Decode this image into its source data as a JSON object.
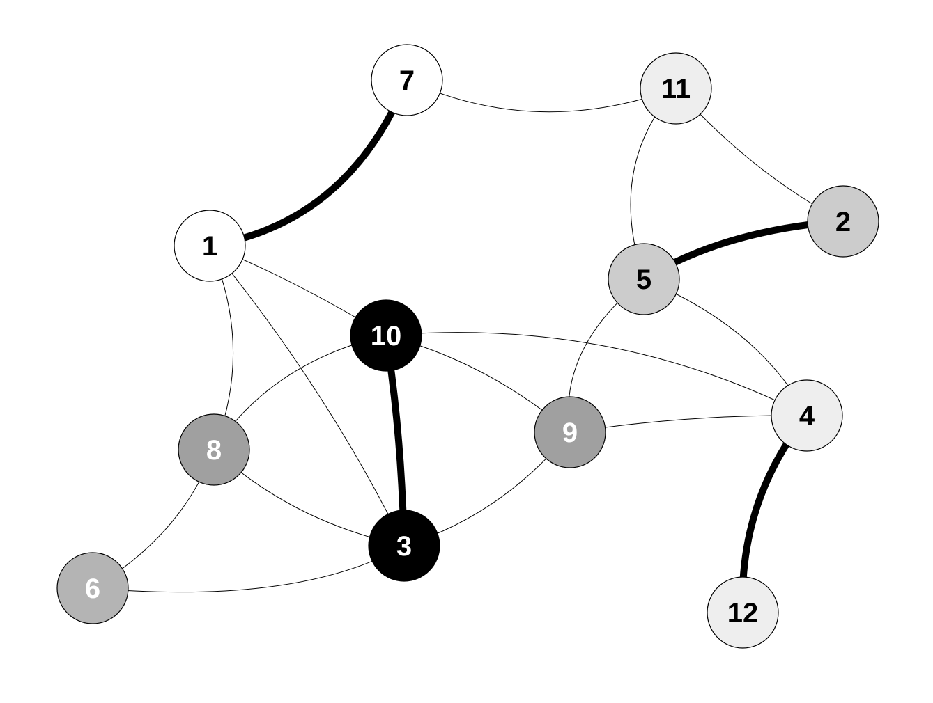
{
  "nodes": [
    {
      "id": "1",
      "label": "1",
      "fill": "#ffffff",
      "text_color": "#000000"
    },
    {
      "id": "2",
      "label": "2",
      "fill": "#cccccc",
      "text_color": "#000000"
    },
    {
      "id": "3",
      "label": "3",
      "fill": "#000000",
      "text_color": "#ffffff"
    },
    {
      "id": "4",
      "label": "4",
      "fill": "#eeeeee",
      "text_color": "#000000"
    },
    {
      "id": "5",
      "label": "5",
      "fill": "#cccccc",
      "text_color": "#000000"
    },
    {
      "id": "6",
      "label": "6",
      "fill": "#b4b4b4",
      "text_color": "#ffffff"
    },
    {
      "id": "7",
      "label": "7",
      "fill": "#ffffff",
      "text_color": "#000000"
    },
    {
      "id": "8",
      "label": "8",
      "fill": "#a0a0a0",
      "text_color": "#ffffff"
    },
    {
      "id": "9",
      "label": "9",
      "fill": "#a0a0a0",
      "text_color": "#ffffff"
    },
    {
      "id": "10",
      "label": "10",
      "fill": "#000000",
      "text_color": "#ffffff"
    },
    {
      "id": "11",
      "label": "11",
      "fill": "#eeeeee",
      "text_color": "#000000"
    },
    {
      "id": "12",
      "label": "12",
      "fill": "#eeeeee",
      "text_color": "#000000"
    }
  ],
  "edges": [
    {
      "from": "1",
      "to": "7",
      "weight": "bold"
    },
    {
      "from": "5",
      "to": "2",
      "weight": "bold"
    },
    {
      "from": "10",
      "to": "3",
      "weight": "bold"
    },
    {
      "from": "4",
      "to": "12",
      "weight": "bold"
    },
    {
      "from": "7",
      "to": "11",
      "weight": "thin"
    },
    {
      "from": "11",
      "to": "2",
      "weight": "thin"
    },
    {
      "from": "11",
      "to": "5",
      "weight": "thin"
    },
    {
      "from": "1",
      "to": "10",
      "weight": "thin"
    },
    {
      "from": "1",
      "to": "3",
      "weight": "thin"
    },
    {
      "from": "1",
      "to": "8",
      "weight": "thin"
    },
    {
      "from": "5",
      "to": "4",
      "weight": "thin"
    },
    {
      "from": "5",
      "to": "9",
      "weight": "thin"
    },
    {
      "from": "10",
      "to": "4",
      "weight": "thin"
    },
    {
      "from": "10",
      "to": "9",
      "weight": "thin"
    },
    {
      "from": "10",
      "to": "8",
      "weight": "thin"
    },
    {
      "from": "9",
      "to": "4",
      "weight": "thin"
    },
    {
      "from": "9",
      "to": "3",
      "weight": "thin"
    },
    {
      "from": "8",
      "to": "3",
      "weight": "thin"
    },
    {
      "from": "8",
      "to": "6",
      "weight": "thin"
    },
    {
      "from": "6",
      "to": "3",
      "weight": "thin"
    }
  ]
}
